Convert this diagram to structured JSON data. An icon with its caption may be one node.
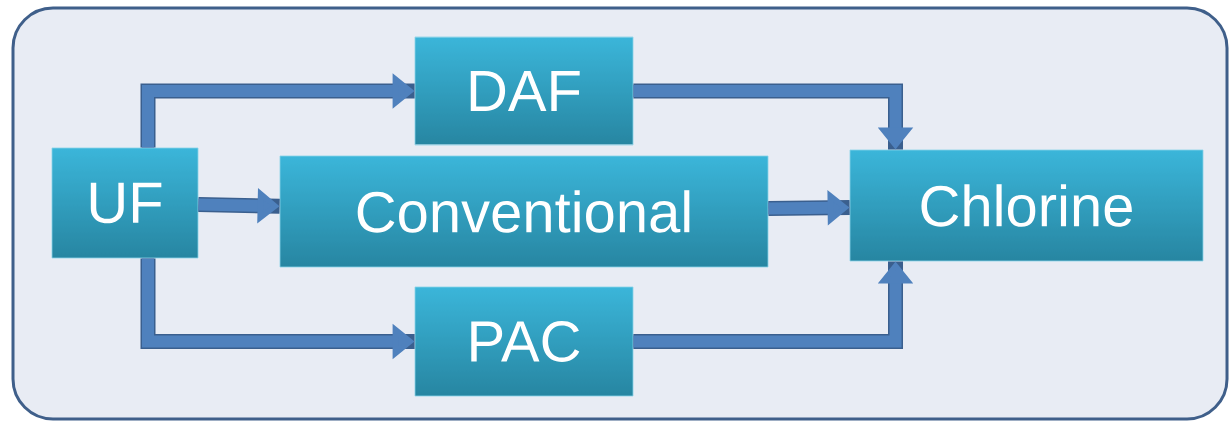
{
  "diagram": {
    "nodes": [
      {
        "text": [
          "UF"
        ]
      },
      {
        "text": [
          "DAF"
        ]
      },
      {
        "text": [
          "Conventional"
        ]
      },
      {
        "text": [
          "PAC"
        ]
      },
      {
        "text": [
          "Chlorine"
        ]
      }
    ],
    "edges": [
      {
        "from": 0,
        "to": 1,
        "arrow": "to"
      },
      {
        "from": 0,
        "to": 2,
        "arrow": "to"
      },
      {
        "from": 0,
        "to": 3,
        "arrow": "to"
      },
      {
        "from": 1,
        "to": 4,
        "arrow": "to"
      },
      {
        "from": 2,
        "to": 4,
        "arrow": "to"
      },
      {
        "from": 3,
        "to": 4,
        "arrow": "to"
      }
    ]
  }
}
